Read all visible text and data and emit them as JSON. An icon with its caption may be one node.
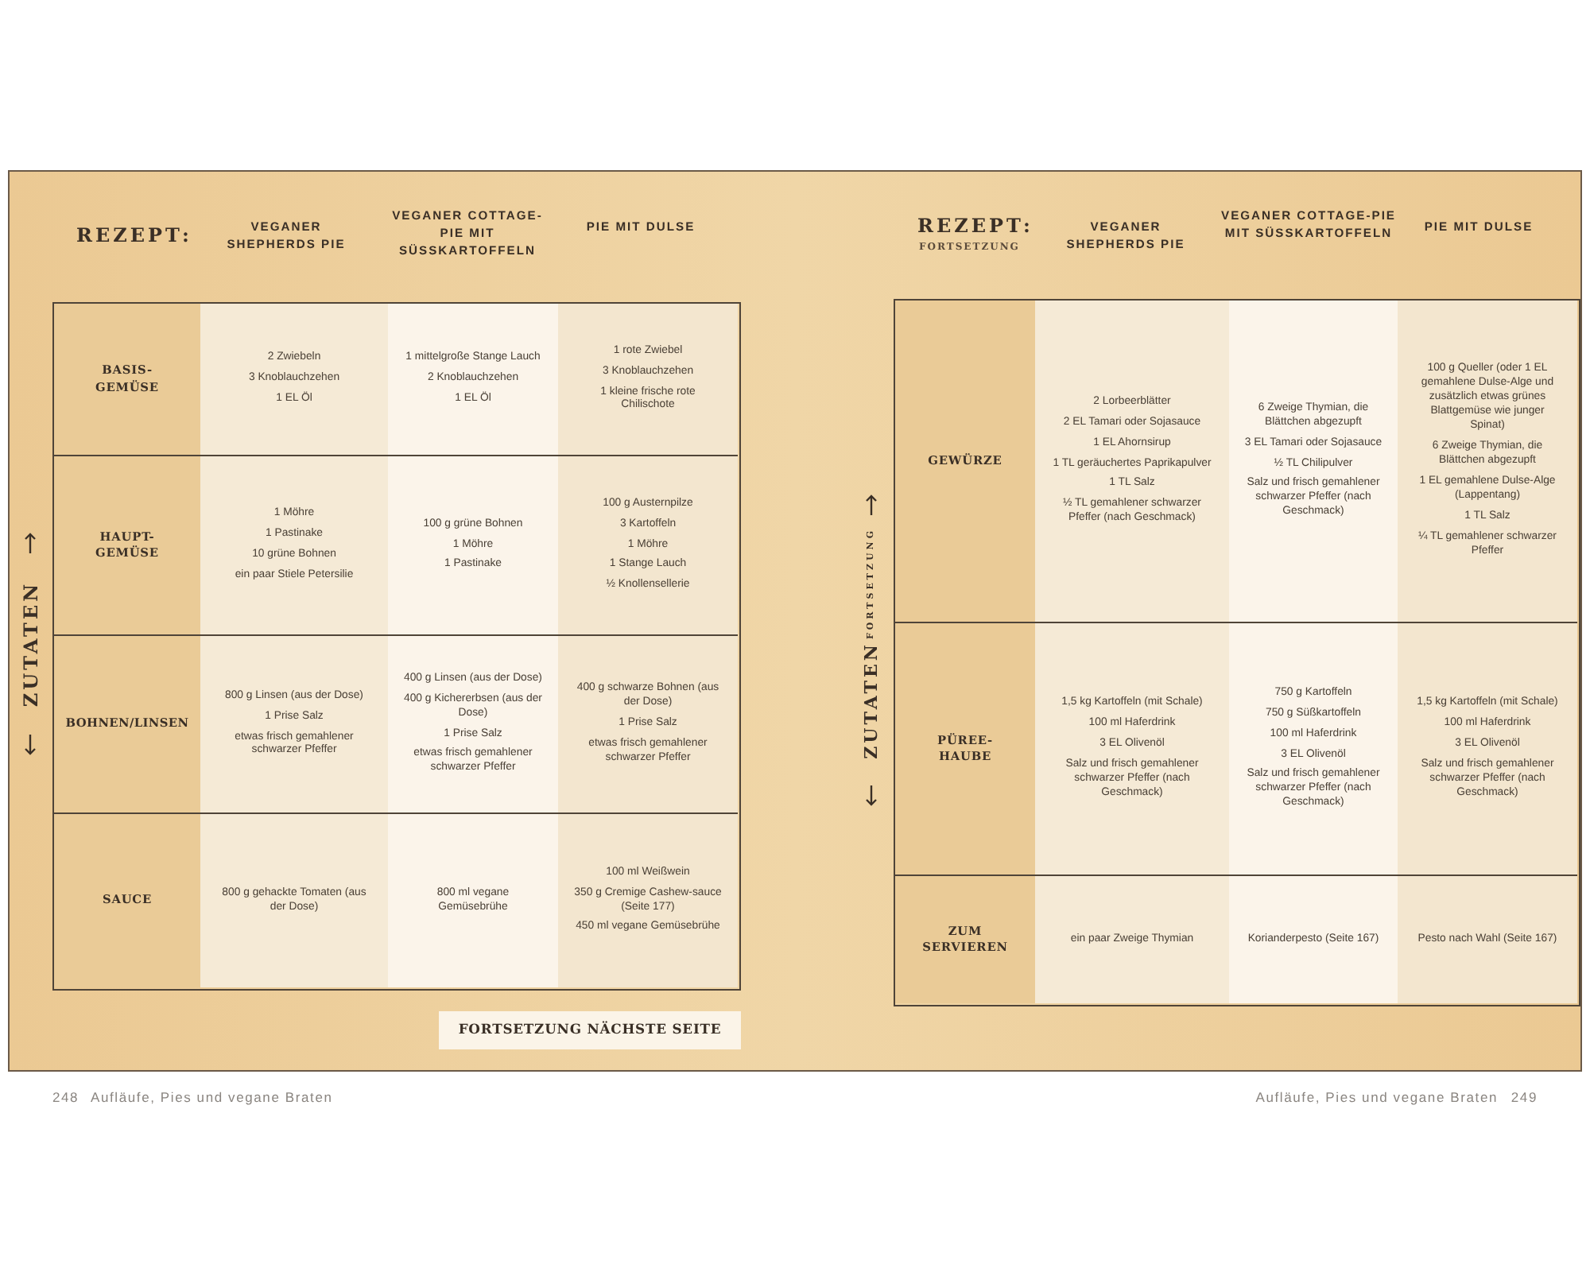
{
  "diagram": {
    "nodes": [
      {
        "text": [],
        "shape": "box"
      },
      {
        "text": [
          "BASIS-GEMÜSE"
        ],
        "in": 0
      },
      {
        "text": [
          "2 Zwiebeln",
          "3 Knoblauchzehen",
          "1 EL Öl"
        ],
        "in": 0
      },
      {
        "text": [
          "1 mittelgroße Stange Lauch",
          "2 Knoblauchzehen",
          "1 EL Öl"
        ],
        "in": 0
      },
      {
        "text": [
          "1 rote Zwiebel",
          "3 Knoblauchzehen",
          "1 kleine frische rote Chilischote"
        ],
        "in": 0
      },
      {
        "text": [
          "HAUPT-GEMÜSE"
        ],
        "in": 0
      },
      {
        "text": [
          "1 Möhre",
          "1 Pastinake",
          "10 grüne Bohnen",
          "ein paar Stiele Petersilie"
        ],
        "in": 0
      },
      {
        "text": [
          "100 g grüne Bohnen",
          "1 Möhre",
          "1 Pastinake"
        ],
        "in": 0
      },
      {
        "text": [
          "100 g Austernpilze",
          "3 Kartoffeln",
          "1 Möhre",
          "1 Stange Lauch",
          "½ Knollensellerie"
        ],
        "in": 0
      },
      {
        "text": [
          "BOHNEN/LINSEN"
        ],
        "in": 0
      },
      {
        "text": [
          "800 g Linsen (aus der Dose)",
          "1 Prise Salz",
          "etwas frisch gemahlener schwarzer Pfeffer"
        ],
        "in": 0
      },
      {
        "text": [
          "400 g Linsen (aus der Dose)",
          "400 g Kichererbsen (aus der Dose)",
          "1 Prise Salz",
          "etwas frisch gemahlener schwarzer Pfeffer"
        ],
        "in": 0
      },
      {
        "text": [
          "400 g schwarze Bohnen (aus der Dose)",
          "1 Prise Salz",
          "etwas frisch gemahlener schwarzer Pfeffer"
        ],
        "in": 0
      },
      {
        "text": [
          "SAUCE"
        ],
        "in": 0
      },
      {
        "text": [
          "800 g gehackte Tomaten (aus der Dose)"
        ],
        "in": 0
      },
      {
        "text": [
          "800 ml vegane Gemüsebrühe"
        ],
        "in": 0
      },
      {
        "text": [
          "100 ml Weißwein",
          "350 g Cremige Cashew-sauce (Seite 177)",
          "450 ml vegane Gemüsebrühe"
        ],
        "in": 0
      },
      {
        "text": [
          "FORTSETZUNG NÄCHSTE SEITE"
        ]
      },
      {
        "text": [],
        "shape": "box"
      },
      {
        "text": [
          "GEWÜRZE"
        ],
        "in": 18
      },
      {
        "text": [
          "2 Lorbeerblätter",
          "2 EL Tamari oder Sojasauce",
          "1 EL Ahornsirup",
          "1 TL geräuchertes Paprikapulver",
          "1 TL Salz",
          "½ TL gemahlener schwarzer Pfeffer (nach Geschmack)"
        ],
        "in": 18
      },
      {
        "text": [
          "6 Zweige Thymian, die Blättchen abgezupft",
          "3 EL Tamari oder Sojasauce",
          "½ TL Chilipulver",
          "Salz und frisch gemahlener schwarzer Pfeffer (nach Geschmack)"
        ],
        "in": 18
      },
      {
        "text": [
          "100 g Queller (oder 1 EL gemahlene Dulse-Alge und zusätzlich etwas grünes Blattgemüse wie junger Spinat)",
          "6 Zweige Thymian, die Blättchen abgezupft",
          "1 EL gemahlene Dulse-Alge (Lappentang)",
          "1 TL Salz",
          "¼ TL gemahlener schwarzer Pfeffer"
        ],
        "in": 18
      },
      {
        "text": [
          "PÜREE-HAUBE"
        ],
        "in": 18
      },
      {
        "text": [
          "1,5 kg Kartoffeln (mit Schale)",
          "100 ml Haferdrink",
          "3 EL Olivenöl",
          "Salz und frisch gemahlener schwarzer Pfeffer (nach Geschmack)"
        ],
        "in": 18
      },
      {
        "text": [
          "750 g Kartoffeln",
          "750 g Süßkartoffeln",
          "100 ml Haferdrink",
          "3 EL Olivenöl",
          "Salz und frisch gemahlener schwarzer Pfeffer (nach Geschmack)"
        ],
        "in": 18
      },
      {
        "text": [
          "1,5 kg Kartoffeln (mit Schale)",
          "100 ml Haferdrink",
          "3 EL Olivenöl",
          "Salz und frisch gemahlener schwarzer Pfeffer (nach Geschmack)"
        ],
        "in": 18
      },
      {
        "text": [
          "ZUM SERVIEREN"
        ],
        "in": 18
      },
      {
        "text": [
          "ein paar Zweige Thymian"
        ],
        "in": 18
      },
      {
        "text": [
          "Korianderpesto (Seite 167)"
        ],
        "in": 18
      },
      {
        "text": [
          "Pesto nach Wahl (Seite 167)"
        ],
        "in": 18
      }
    ],
    "labels": [
      "REZEPT:",
      "VEGANER SHEPHERDS PIE",
      "VEGANER COTTAGE-PIE MIT SÜSSKARTOFFELN",
      "PIE MIT DULSE",
      "ZUTATEN",
      "REZEPT:",
      "FORTSETZUNG",
      "VEGANER SHEPHERDS PIE",
      "VEGANER COTTAGE-PIE MIT SÜSSKARTOFFELN",
      "PIE MIT DULSE",
      "ZUTATEN",
      "FORTSETZUNG",
      "248",
      "Aufläufe, Pies und vegane Braten",
      "Aufläufe, Pies und vegane Braten",
      "249"
    ]
  }
}
